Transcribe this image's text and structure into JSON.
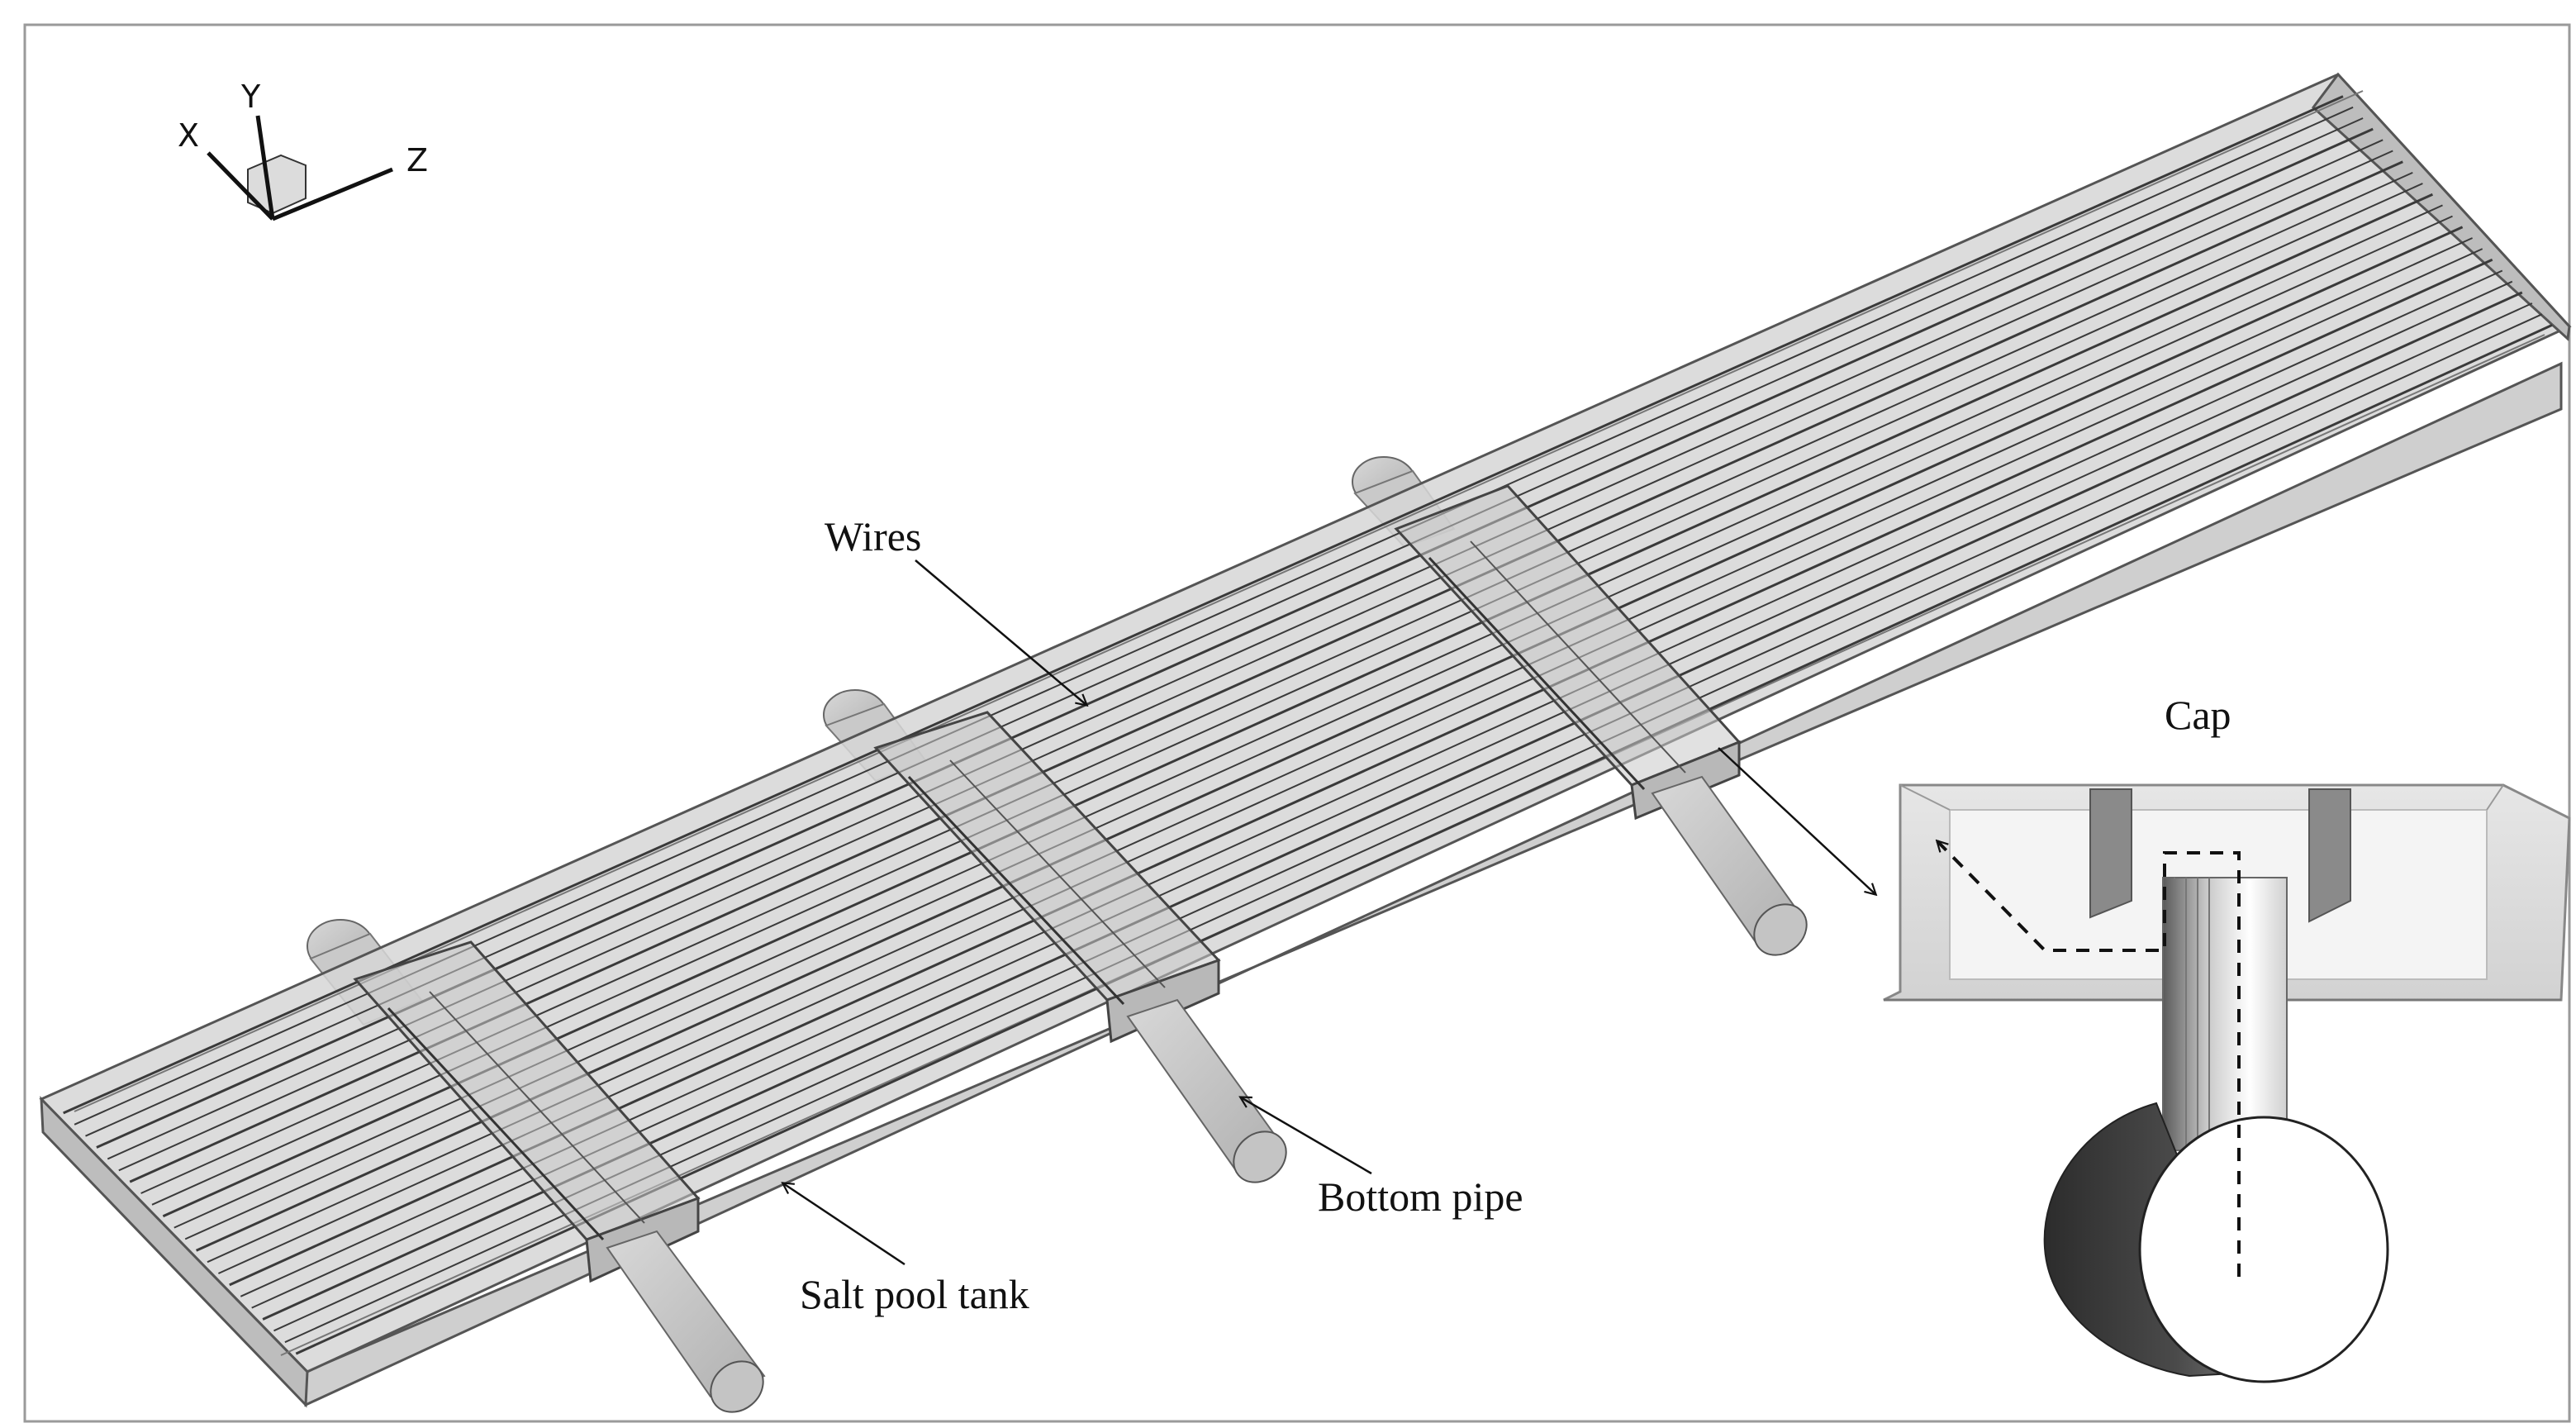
{
  "axes": {
    "x_label": "X",
    "y_label": "Y",
    "z_label": "Z"
  },
  "labels": {
    "wires": "Wires",
    "cap": "Cap",
    "bottom_pipe": "Bottom pipe",
    "salt_pool_tank": "Salt pool tank"
  },
  "colors": {
    "background": "#ffffff",
    "frame": "#9a9a9a",
    "tank_fill": "#d4d4d4",
    "tank_edge": "#555555",
    "wire": "#3a3a3a",
    "pipe_fill": "#c8c8c8",
    "inset_dark": "#3c3c3c",
    "annotation": "#111111"
  }
}
